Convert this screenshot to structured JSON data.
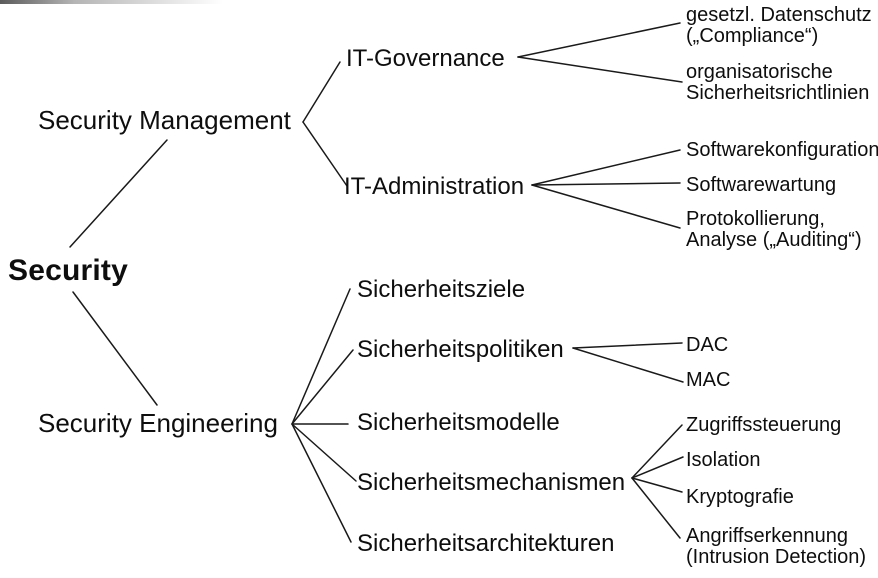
{
  "tree": {
    "root": "Security",
    "branches": [
      {
        "label": "Security Management",
        "children": [
          {
            "label": "IT-Governance",
            "children": [
              {
                "label": "gesetzl. Datenschutz\n(„Compliance“)"
              },
              {
                "label": "organisatorische\nSicherheitsrichtlinien"
              }
            ]
          },
          {
            "label": "IT-Administration",
            "children": [
              {
                "label": "Softwarekonfiguration"
              },
              {
                "label": "Softwarewartung"
              },
              {
                "label": "Protokollierung,\nAnalyse („Auditing“)"
              }
            ]
          }
        ]
      },
      {
        "label": "Security Engineering",
        "children": [
          {
            "label": "Sicherheitsziele"
          },
          {
            "label": "Sicherheitspolitiken",
            "children": [
              {
                "label": "DAC"
              },
              {
                "label": "MAC"
              }
            ]
          },
          {
            "label": "Sicherheitsmodelle"
          },
          {
            "label": "Sicherheitsmechanismen",
            "children": [
              {
                "label": "Zugriffssteuerung"
              },
              {
                "label": "Isolation"
              },
              {
                "label": "Kryptografie"
              },
              {
                "label": "Angriffserkennung\n(Intrusion Detection)"
              }
            ]
          },
          {
            "label": "Sicherheitsarchitekturen"
          }
        ]
      }
    ],
    "colors": {
      "line": "#1a1a1a",
      "text": "#0e0e0e",
      "background": "#ffffff"
    }
  }
}
